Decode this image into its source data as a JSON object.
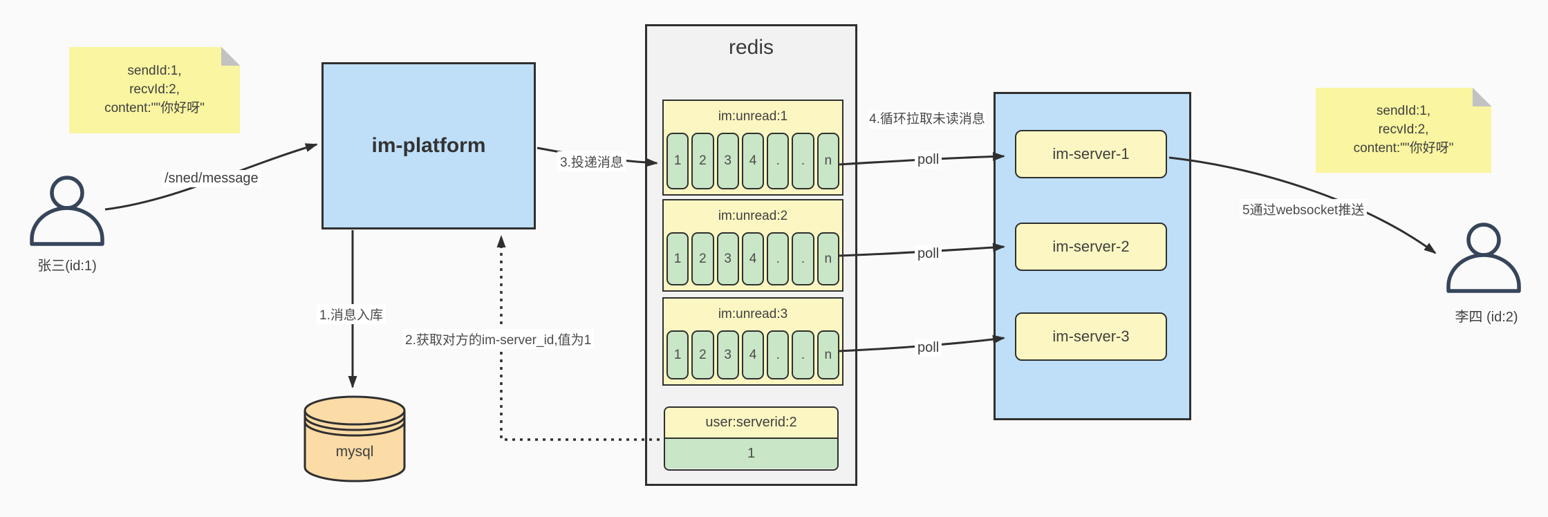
{
  "colors": {
    "bg": "#fafafa",
    "stroke": "#2f2f2f",
    "blue": "#bedff7",
    "gray-box": "#f2f2f2",
    "note-yellow": "#f9f5a0",
    "list-yellow": "#fcf7c2",
    "cell-green": "#c9e6c7",
    "tan": "#fbdba6",
    "fold": "#c2c2c2",
    "label-bg": "#ffffff",
    "person": "#36455a"
  },
  "notes": {
    "left": {
      "lines": [
        "sendId:1,",
        "recvId:2,",
        "content:\"\"你好呀\""
      ]
    },
    "right": {
      "lines": [
        "sendId:1,",
        "recvId:2,",
        "content:\"\"你好呀\""
      ]
    }
  },
  "actors": {
    "sender": {
      "label": "张三(id:1)"
    },
    "receiver": {
      "label": "李四 (id:2)"
    }
  },
  "nodes": {
    "im_platform": {
      "label": "im-platform"
    },
    "mysql": {
      "label": "mysql"
    },
    "redis": {
      "title": "redis",
      "lists": [
        {
          "header": "im:unread:1",
          "cells": [
            "1",
            "2",
            "3",
            "4",
            ".",
            ".",
            "n"
          ]
        },
        {
          "header": "im:unread:2",
          "cells": [
            "1",
            "2",
            "3",
            "4",
            ".",
            ".",
            "n"
          ]
        },
        {
          "header": "im:unread:3",
          "cells": [
            "1",
            "2",
            "3",
            "4",
            ".",
            ".",
            "n"
          ]
        }
      ],
      "kv": {
        "header": "user:serverid:2",
        "value": "1"
      }
    },
    "servers": [
      {
        "label": "im-server-1"
      },
      {
        "label": "im-server-2"
      },
      {
        "label": "im-server-3"
      }
    ]
  },
  "edges": {
    "send_message": {
      "label": "/sned/message"
    },
    "store_db": {
      "label": "1.消息入库"
    },
    "get_server_id": {
      "label": "2.获取对方的im-server_id,值为1"
    },
    "deliver": {
      "label": "3.投递消息"
    },
    "poll_loop": {
      "label": "4.循环拉取未读消息"
    },
    "poll1": {
      "label": "poll"
    },
    "poll2": {
      "label": "poll"
    },
    "poll3": {
      "label": "poll"
    },
    "ws_push": {
      "label": "5通过websocket推送"
    }
  }
}
